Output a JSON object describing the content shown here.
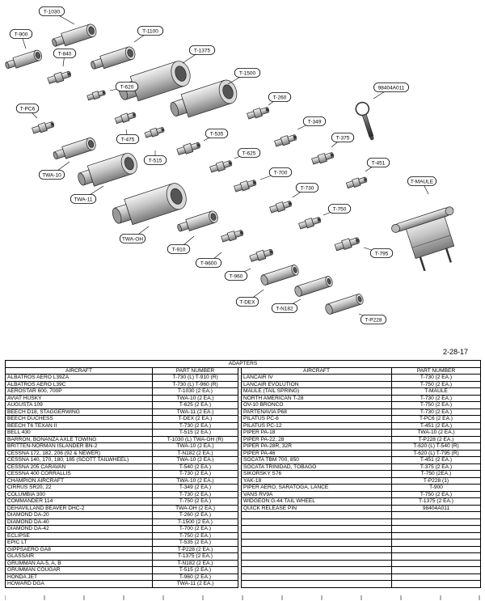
{
  "date": "2-28-17",
  "table_title": "ADAPTERS",
  "headers": {
    "aircraft": "AIRCRAFT",
    "part_number": "PART NUMBER"
  },
  "rows": [
    {
      "l_ac": "ALBATROS AERO L39ZA",
      "l_pn": "T-730 (L) T-910 (R)",
      "r_ac": "LANCAIR IV",
      "r_pn": "T-730 (2 EA.)"
    },
    {
      "l_ac": "ALBATROS AERO L39C",
      "l_pn": "T-730 (L) T-960 (R)",
      "r_ac": "LANCAIR EVOLUTION",
      "r_pn": "T-750 (2 EA.)"
    },
    {
      "l_ac": "AEROSTAR 600, 700P",
      "l_pn": "T-1030 (2 EA.)",
      "r_ac": "MAULE (TAIL SPRING)",
      "r_pn": "T-MAULE"
    },
    {
      "l_ac": "AVIAT HUSKY",
      "l_pn": "TWA-10 (2 EA.)",
      "r_ac": "NORTH AMERICAN T-28",
      "r_pn": "T-730 (2 EA.)"
    },
    {
      "l_ac": "AUGUSTA 109",
      "l_pn": "T-625 (2 EA.)",
      "r_ac": "OV-10 BRONCO",
      "r_pn": "T-750 (2 EA.)"
    },
    {
      "l_ac": "BEECH D18, STAGGERWING",
      "l_pn": "TWA-11 (2 EA.)",
      "r_ac": "PARTENAVIA P68",
      "r_pn": "T-730 (2 EA.)"
    },
    {
      "l_ac": "BEECH DUCHESS",
      "l_pn": "T-DEX (2 EA.)",
      "r_ac": "PILATUS PC-6",
      "r_pn": "T-PC6 (2 EA.)"
    },
    {
      "l_ac": "BEECH T6 TEXAN II",
      "l_pn": "T-730 (2 EA.)",
      "r_ac": "PILATUS PC-12",
      "r_pn": "T-451 (2 EA.)"
    },
    {
      "l_ac": "BELL 430",
      "l_pn": "T-515 (2 EA.)",
      "r_ac": "PIPER PA-18",
      "r_pn": "TWA-10 (2 EA.)"
    },
    {
      "l_ac": "BARRON, BONANZA AXLE TOWING",
      "l_pn": "T-1030 (L) TWA-OH (R)",
      "r_ac": "PIPER PA-22, 28",
      "r_pn": "T-P228 (2 EA.)"
    },
    {
      "l_ac": "BRITTEN-NORMAN ISLANDER BN-2",
      "l_pn": "TWA-10 (2 EA.)",
      "r_ac": "PIPER PA-28R, 32R",
      "r_pn": "T-620 (L) T-540 (R)"
    },
    {
      "l_ac": "CESSNA 172, 182, 206 (92 & NEWER)",
      "l_pn": "T-N182 (2 EA.)",
      "r_ac": "PIPER PA-46",
      "r_pn": "T-620 (L) T-795 (R)"
    },
    {
      "l_ac": "CESSNA 140, 170, 180, 185 (SCOTT TAILWHEEL)",
      "l_pn": "TWA-10 (2 EA.)",
      "r_ac": "SOCATA TBM 700, 850",
      "r_pn": "T-451 (2 EA.)"
    },
    {
      "l_ac": "CESSNA 205 CARAVAN",
      "l_pn": "T-540 (2 EA.)",
      "r_ac": "SOCATA TRINIDAD, TOBAGO",
      "r_pn": "T-375 (2 EA.)"
    },
    {
      "l_ac": "CESSNA 400 CORRALLIS",
      "l_pn": "T-730 (2 EA.)",
      "r_ac": "SIKORSKY S76",
      "r_pn": "T-750 (2EA.)"
    },
    {
      "l_ac": "CHAMPION AIRCRAFT",
      "l_pn": "TWA-10 (2 EA.)",
      "r_ac": "YAK-18",
      "r_pn": "T-P228 (1)"
    },
    {
      "l_ac": "CIRRUS SR20, 22",
      "l_pn": "T-349 (2 EA.)",
      "r_ac": "PIPER AERO, SARATOGA, LANCE",
      "r_pn": "T-900"
    },
    {
      "l_ac": "COLUMBIA 300",
      "l_pn": "T-730 (2 EA.)",
      "r_ac": "VANS RV9A",
      "r_pn": "T-750 (2 EA.)"
    },
    {
      "l_ac": "COMMANDER 114",
      "l_pn": "T-750 (2 EA.)",
      "r_ac": "WIDGEON G-44 TAIL WHEEL",
      "r_pn": "T-1375 (2 EA.)"
    },
    {
      "l_ac": "DEHAVILLAND BEAVER DHC-2",
      "l_pn": "TWA-OH (2 EA.)",
      "r_ac": "QUICK RELEASE PIN",
      "r_pn": "98404A011"
    },
    {
      "l_ac": "DIAMOND DA-20",
      "l_pn": "T-260 (2 EA.)",
      "r_ac": "",
      "r_pn": ""
    },
    {
      "l_ac": "DIAMOND DA-40",
      "l_pn": "T-1500 (2 EA.)",
      "r_ac": "",
      "r_pn": ""
    },
    {
      "l_ac": "DIAMOND DA-42",
      "l_pn": "T-700 (2 EA.)",
      "r_ac": "",
      "r_pn": ""
    },
    {
      "l_ac": "ECLIPSE",
      "l_pn": "T-750 (2 EA.)",
      "r_ac": "",
      "r_pn": ""
    },
    {
      "l_ac": "EPIC LT",
      "l_pn": "T-535 (2 EA.)",
      "r_ac": "",
      "r_pn": ""
    },
    {
      "l_ac": "GIPPSAERO GA8",
      "l_pn": "T-P228 (2 EA.)",
      "r_ac": "",
      "r_pn": ""
    },
    {
      "l_ac": "GLASSAIR",
      "l_pn": "T-1375 (2 EA.)",
      "r_ac": "",
      "r_pn": ""
    },
    {
      "l_ac": "GRUMMAN AA-5, A, B",
      "l_pn": "T-N182 (2 EA.)",
      "r_ac": "",
      "r_pn": ""
    },
    {
      "l_ac": "GRUMMAN COUGAR",
      "l_pn": "T-515 (2 EA.)",
      "r_ac": "",
      "r_pn": ""
    },
    {
      "l_ac": "HONDA JET",
      "l_pn": "T-960 (2 EA.)",
      "r_ac": "",
      "r_pn": ""
    },
    {
      "l_ac": "HOWARD DGA",
      "l_pn": "TWA-11 (2 EA.)",
      "r_ac": "",
      "r_pn": ""
    }
  ],
  "parts": [
    {
      "label": "T-1030",
      "shape": "sleeve"
    },
    {
      "label": "T-900",
      "shape": "sleeve"
    },
    {
      "label": "T-1100",
      "shape": "sleeve"
    },
    {
      "label": "T-840",
      "shape": "spool"
    },
    {
      "label": "T-1375",
      "shape": "cup"
    },
    {
      "label": "T-620",
      "shape": "spool"
    },
    {
      "label": "T-1500",
      "shape": "cup"
    },
    {
      "label": "98404A011",
      "shape": "pin"
    },
    {
      "label": "T-PC6",
      "shape": "spool"
    },
    {
      "label": "T-260",
      "shape": "spool"
    },
    {
      "label": "T-475",
      "shape": "spool"
    },
    {
      "label": "T-535",
      "shape": "spool"
    },
    {
      "label": "T-349",
      "shape": "spool"
    },
    {
      "label": "T-375",
      "shape": "spool"
    },
    {
      "label": "T-515",
      "shape": "spool"
    },
    {
      "label": "T-625",
      "shape": "spool"
    },
    {
      "label": "TWA-10",
      "shape": "sleeve"
    },
    {
      "label": "T-451",
      "shape": "spool"
    },
    {
      "label": "T-700",
      "shape": "spool"
    },
    {
      "label": "T-730",
      "shape": "spool"
    },
    {
      "label": "TWA-11",
      "shape": "cup"
    },
    {
      "label": "T-MAULE",
      "shape": "maule"
    },
    {
      "label": "T-750",
      "shape": "spool"
    },
    {
      "label": "TWA-OH",
      "shape": "cup"
    },
    {
      "label": "T-910",
      "shape": "sleeve"
    },
    {
      "label": "T-795",
      "shape": "spool"
    },
    {
      "label": "T-9600",
      "shape": "spool"
    },
    {
      "label": "T-960",
      "shape": "spool"
    },
    {
      "label": "T-DEX",
      "shape": "tube"
    },
    {
      "label": "T-N182",
      "shape": "tube"
    },
    {
      "label": "T-P228",
      "shape": "tube"
    }
  ]
}
